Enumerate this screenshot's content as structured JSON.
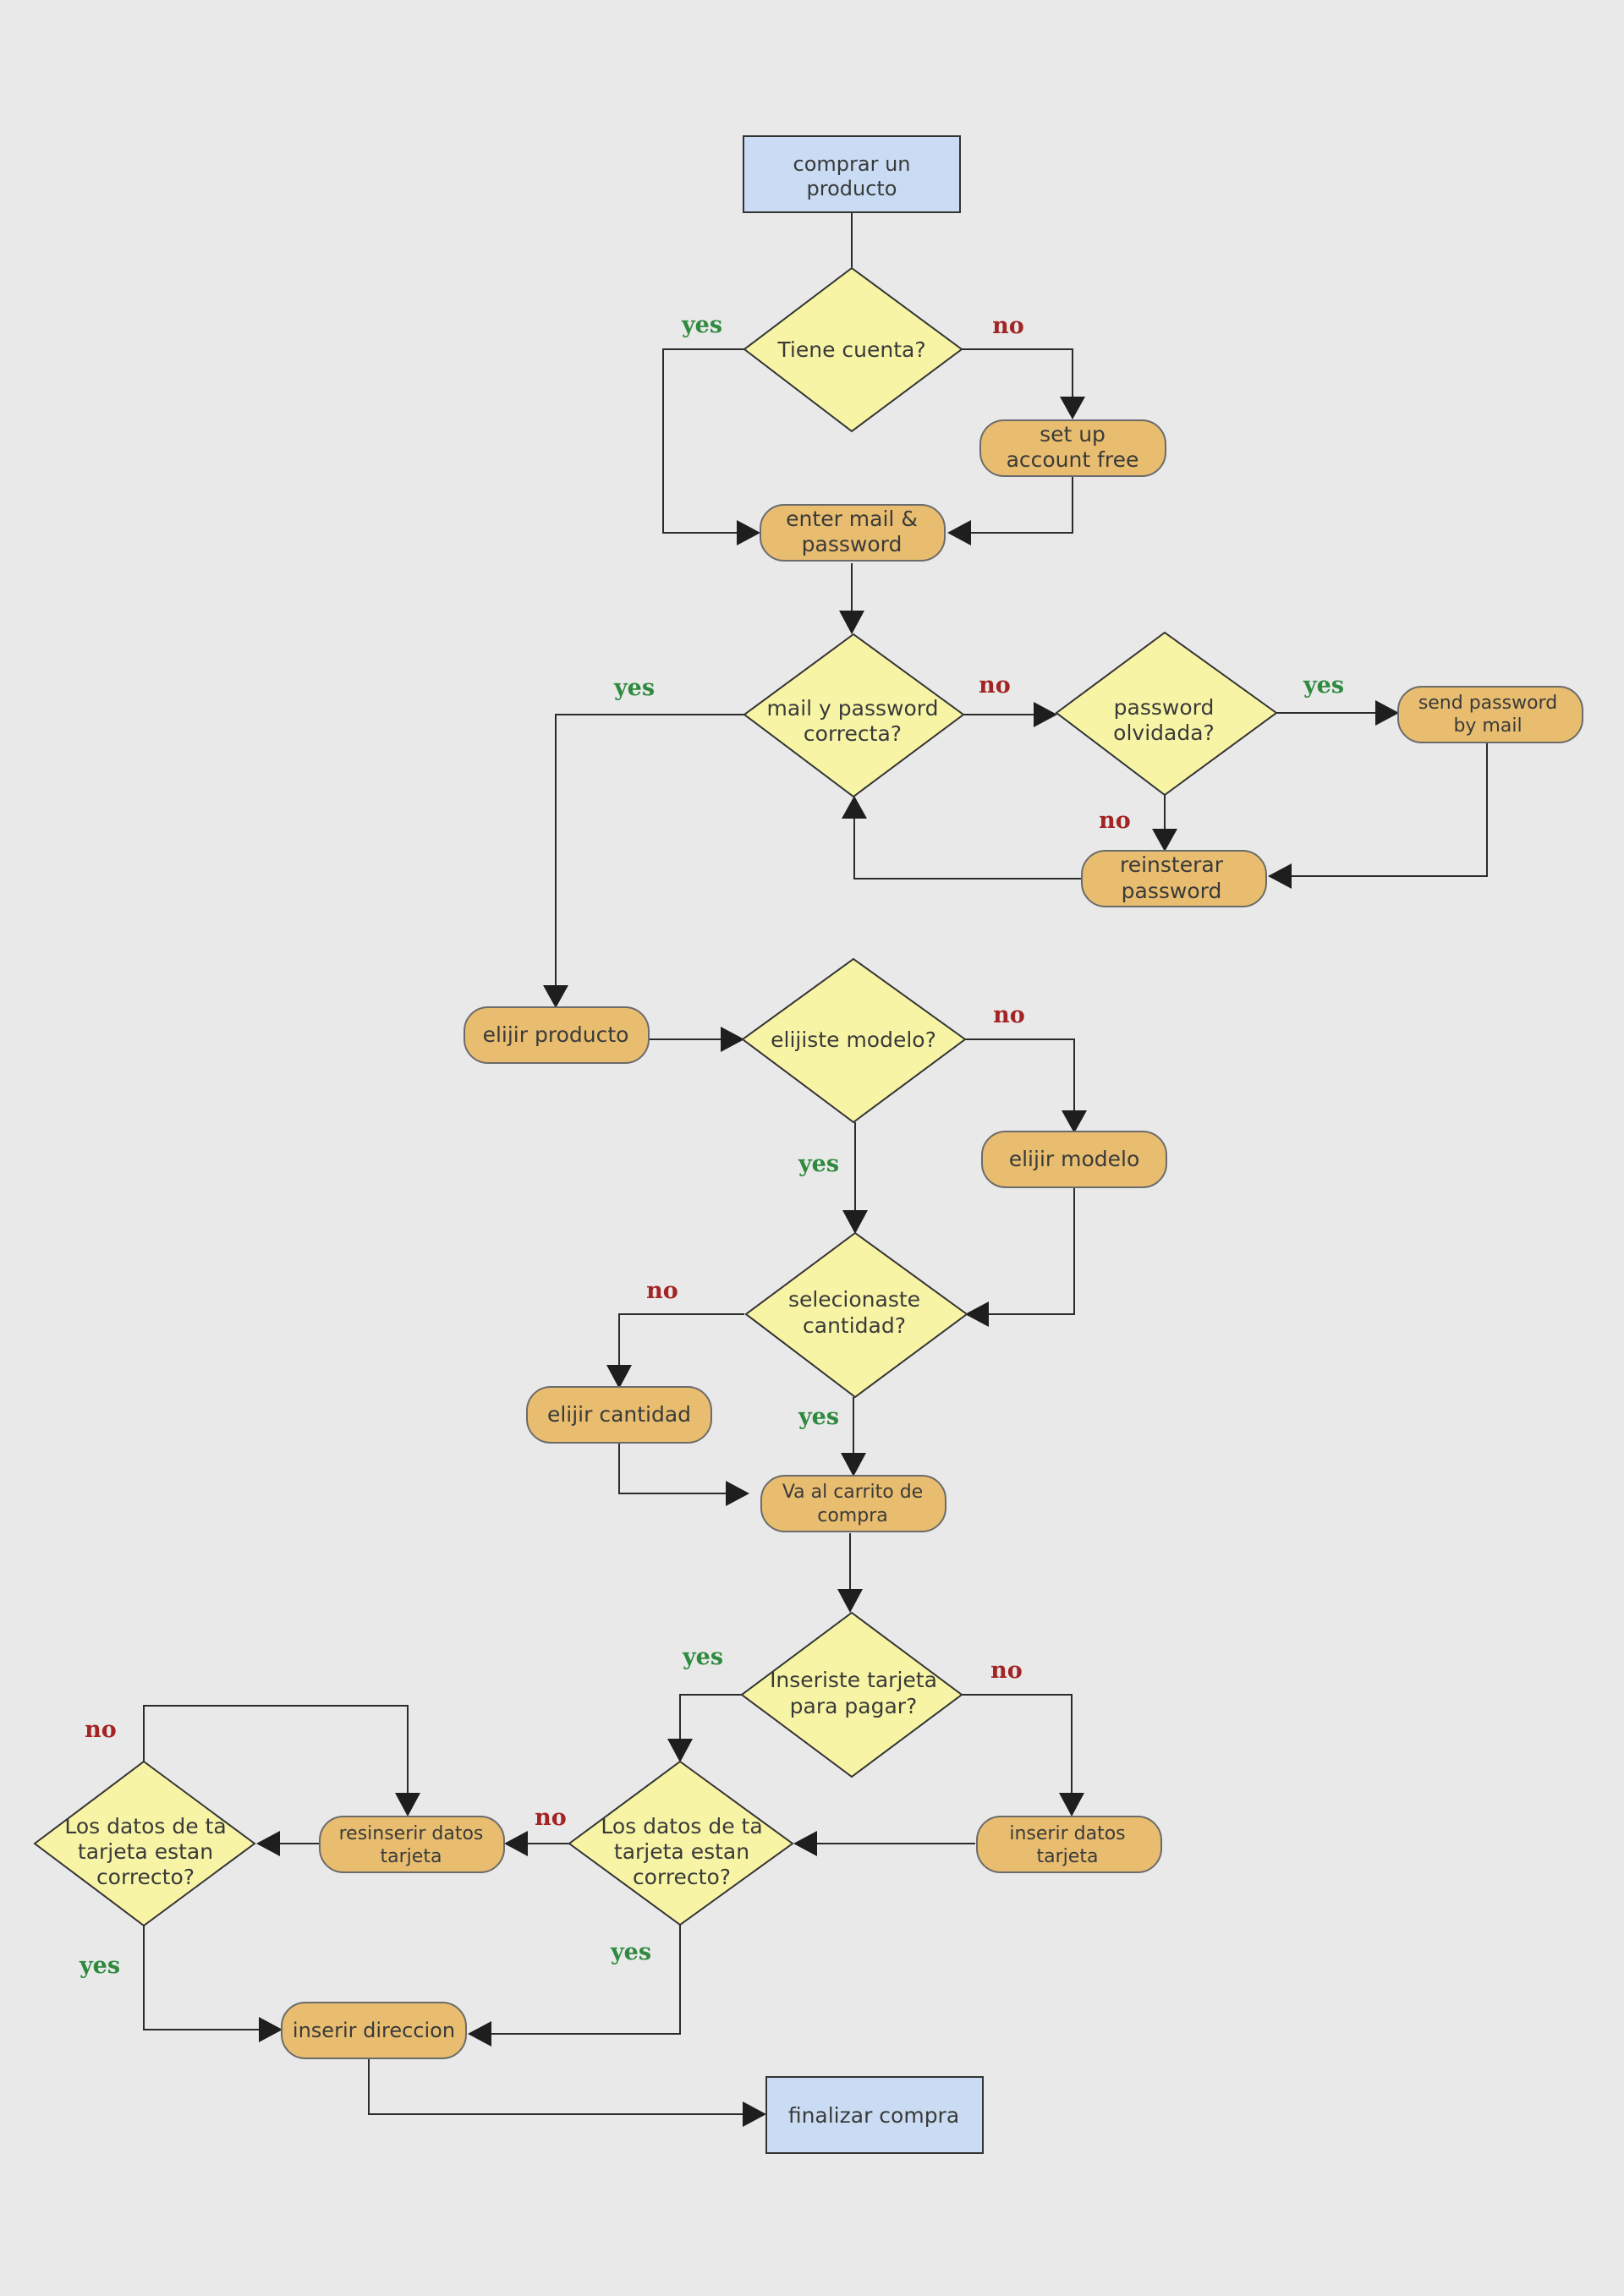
{
  "colors": {
    "background": "#e9e9e9",
    "start_end_fill": "#c9dcf3",
    "decision_fill": "#f7f5a5",
    "process_fill": "#e8bd6f",
    "yes_label": "#2f8a3f",
    "no_label": "#a32424"
  },
  "nodes": {
    "start": [
      "comprar un",
      "producto"
    ],
    "tiene_cuenta": [
      "Tiene cuenta?"
    ],
    "set_up_account": [
      "set up",
      "account free"
    ],
    "enter_mail": [
      "enter mail &",
      "password"
    ],
    "mail_correcta": [
      "mail y password",
      "correcta?"
    ],
    "password_olvidada": [
      "password",
      "olvidada?"
    ],
    "send_password": [
      "send password",
      "by mail"
    ],
    "reinsterar_password": [
      "reinsterar",
      "password"
    ],
    "elijir_producto": [
      "elijir producto"
    ],
    "elijiste_modelo": [
      "elijiste modelo?"
    ],
    "elijir_modelo": [
      "elijir modelo"
    ],
    "selecionaste_cantidad": [
      "selecionaste",
      "cantidad?"
    ],
    "elijir_cantidad": [
      "elijir cantidad"
    ],
    "carrito": [
      "Va al carrito de",
      "compra"
    ],
    "inseriste_tarjeta": [
      "Inseriste tarjeta",
      "para pagar?"
    ],
    "inserir_datos": [
      "inserir datos",
      "tarjeta"
    ],
    "datos_correcto_1": [
      "Los datos de ta",
      "tarjeta estan",
      "correcto?"
    ],
    "resinserir_datos": [
      "resinserir datos",
      "tarjeta"
    ],
    "datos_correcto_2": [
      "Los datos de ta",
      "tarjeta estan",
      "correcto?"
    ],
    "inserir_direccion": [
      "inserir direccion"
    ],
    "finalizar": [
      "finalizar compra"
    ]
  },
  "labels": {
    "tiene_yes": "yes",
    "tiene_no": "no",
    "mail_yes": "yes",
    "mail_no": "no",
    "olvidada_yes": "yes",
    "olvidada_no": "no",
    "modelo_no": "no",
    "modelo_yes": "yes",
    "cantidad_no": "no",
    "cantidad_yes": "yes",
    "tarjeta_yes": "yes",
    "tarjeta_no": "no",
    "datos1_no": "no",
    "datos1_yes": "yes",
    "datos2_no": "no",
    "datos2_yes": "yes"
  }
}
